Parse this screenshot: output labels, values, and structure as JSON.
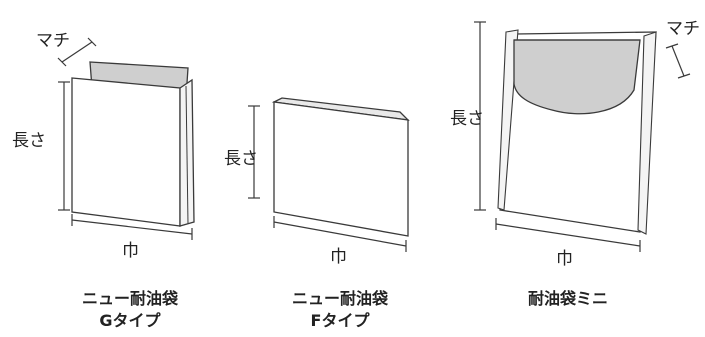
{
  "labels": {
    "gusset": "マチ",
    "length": "長さ",
    "width": "巾"
  },
  "products": [
    {
      "name_line1": "ニュー耐油袋",
      "name_line2": "Gタイプ"
    },
    {
      "name_line1": "ニュー耐油袋",
      "name_line2": "Fタイプ"
    },
    {
      "name_line1": "耐油袋ミニ",
      "name_line2": ""
    }
  ],
  "colors": {
    "stroke": "#3a3a3a",
    "bag_fill": "#ffffff",
    "flap_fill": "#cfcfcf",
    "text": "#222222"
  }
}
